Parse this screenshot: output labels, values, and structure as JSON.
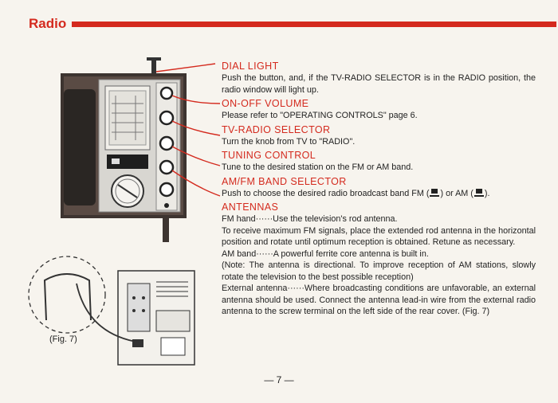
{
  "header": {
    "title": "Radio"
  },
  "sections": [
    {
      "title": "DIAL LIGHT",
      "body": [
        "Push the button, and, if the TV-RADIO SELECTOR is in the RADIO position, the radio window will light up."
      ]
    },
    {
      "title": "ON-OFF VOLUME",
      "body": [
        "Please refer to \"OPERATING CONTROLS\" page 6."
      ]
    },
    {
      "title": "TV-RADIO SELECTOR",
      "body": [
        "Turn the knob from TV to \"RADIO\"."
      ]
    },
    {
      "title": "TUNING CONTROL",
      "body": [
        "Tune to the desired station on the FM or AM band."
      ]
    },
    {
      "title": "AM/FM BAND SELECTOR",
      "body_a": "Push to choose the desired radio broadcast band FM (",
      "body_b": ") or AM (",
      "body_c": ")."
    },
    {
      "title": "ANTENNAS",
      "body": [
        "FM hand······Use the television's rod antenna.",
        "To receive maximum FM signals, place the extended rod antenna in the horizontal position and rotate until optimum reception is obtained. Retune as necessary.",
        "AM band······A powerful ferrite core antenna is built in.",
        "(Note: The antenna is directional. To improve reception of AM stations, slowly rotate the television to the best possible reception)",
        "External antenna······Where broadcasting conditions are unfavorable, an external antenna should be used. Connect the antenna lead-in wire from the external radio antenna to the screw terminal on the left side of the rear cover. (Fig. 7)"
      ]
    }
  ],
  "figure": {
    "label": "(Fig. 7)"
  },
  "page": {
    "number": "— 7 —"
  },
  "colors": {
    "accent": "#d42a1e"
  }
}
